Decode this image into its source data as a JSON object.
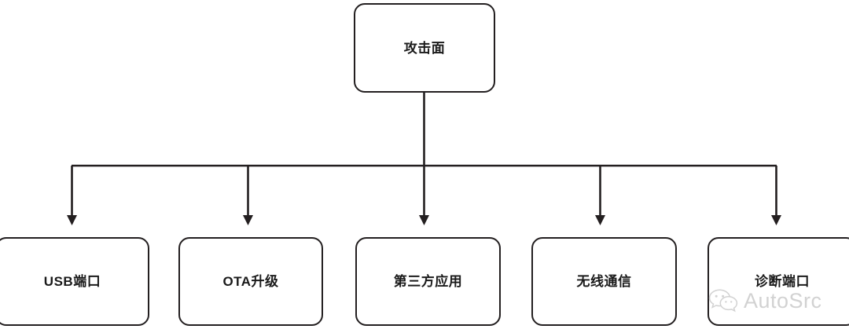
{
  "diagram": {
    "type": "tree",
    "title": "攻击面",
    "root": {
      "label": "攻击面",
      "shape": "rounded-rectangle"
    },
    "children": [
      {
        "label": "USB端口"
      },
      {
        "label": "OTA升级"
      },
      {
        "label": "第三方应用"
      },
      {
        "label": "无线通信"
      },
      {
        "label": "诊断端口"
      }
    ],
    "colors": {
      "background": "#ffffff",
      "stroke": "#231f20",
      "text": "#1a1a1a",
      "watermark": "#d2d2d2"
    },
    "connector": {
      "style": "orthogonal-bus-with-arrowheads",
      "arrowhead": "solid-triangle"
    }
  },
  "watermark": {
    "text": "AutoSrc",
    "icon": "wechat-logo"
  }
}
